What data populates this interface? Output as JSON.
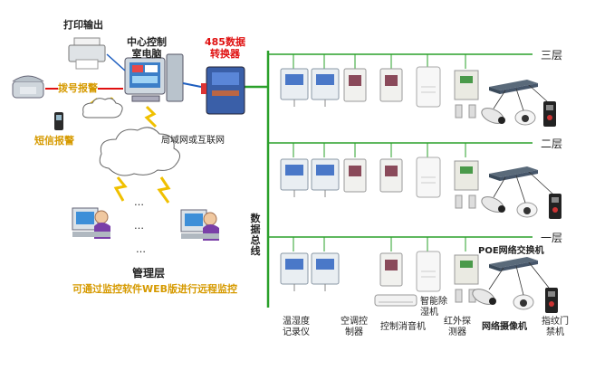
{
  "labels": {
    "printer": "打印输出",
    "center_pc": "中心控制\n室电脑",
    "converter": "485数据\n转换器",
    "dial_alarm": "拨号报警",
    "sms_alarm": "短信报警",
    "lan": "局域网或互联网",
    "ellipsis": "…",
    "mgmt": "管理层",
    "mgmt_desc": "可通过监控软件WEB版进行远程监控",
    "bus": "数据总线",
    "poe_switch": "POE网络交换机",
    "dehumidifier": "智能除\n湿机"
  },
  "floors": [
    "三层",
    "二层",
    "一层"
  ],
  "device_labels": [
    "温湿度\n记录仪",
    "空调控\n制器",
    "控制消音机",
    "红外探\n测器",
    "网络摄像机",
    "指纹门\n禁机"
  ],
  "colors": {
    "bus_line": "#2aa02a",
    "red_line": "#e01010",
    "blue_line": "#1f5fbf",
    "orange_text": "#d69a00",
    "red_text": "#e01010"
  }
}
